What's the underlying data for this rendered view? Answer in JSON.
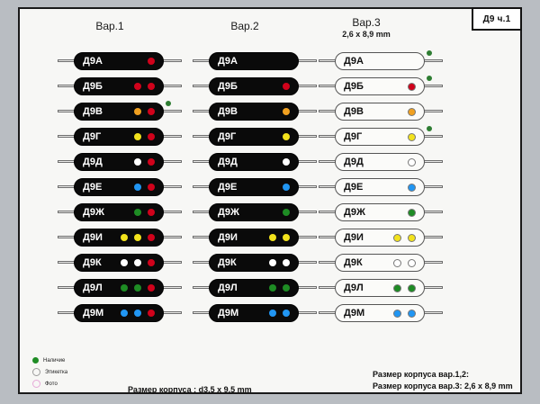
{
  "sheet": {
    "badge_label": "Д9 ч.1"
  },
  "columns": [
    {
      "name": "var1",
      "title": "Вар.1",
      "subtitle": "",
      "style": "dark",
      "rows": [
        {
          "label": "Д9А",
          "dots": [
            "#d0021b"
          ],
          "badge": false
        },
        {
          "label": "Д9Б",
          "dots": [
            "#d0021b",
            "#d0021b"
          ],
          "badge": false
        },
        {
          "label": "Д9В",
          "dots": [
            "#f0a020",
            "#d0021b"
          ],
          "badge": true
        },
        {
          "label": "Д9Г",
          "dots": [
            "#f2e21c",
            "#d0021b"
          ],
          "badge": false
        },
        {
          "label": "Д9Д",
          "dots": [
            "#ffffff",
            "#d0021b"
          ],
          "badge": false
        },
        {
          "label": "Д9Е",
          "dots": [
            "#2196f3",
            "#d0021b"
          ],
          "badge": false
        },
        {
          "label": "Д9Ж",
          "dots": [
            "#1e8c24",
            "#d0021b"
          ],
          "badge": false
        },
        {
          "label": "Д9И",
          "dots": [
            "#f2e21c",
            "#f2e21c",
            "#d0021b"
          ],
          "badge": false
        },
        {
          "label": "Д9К",
          "dots": [
            "#ffffff",
            "#ffffff",
            "#d0021b"
          ],
          "badge": false
        },
        {
          "label": "Д9Л",
          "dots": [
            "#1e8c24",
            "#1e8c24",
            "#d0021b"
          ],
          "badge": false
        },
        {
          "label": "Д9М",
          "dots": [
            "#2196f3",
            "#2196f3",
            "#d0021b"
          ],
          "badge": false
        }
      ]
    },
    {
      "name": "var2",
      "title": "Вар.2",
      "subtitle": "",
      "style": "dark",
      "rows": [
        {
          "label": "Д9А",
          "dots": [],
          "badge": false
        },
        {
          "label": "Д9Б",
          "dots": [
            "#d0021b"
          ],
          "badge": false
        },
        {
          "label": "Д9В",
          "dots": [
            "#f0a020"
          ],
          "badge": false
        },
        {
          "label": "Д9Г",
          "dots": [
            "#f2e21c"
          ],
          "badge": false
        },
        {
          "label": "Д9Д",
          "dots": [
            "#ffffff"
          ],
          "badge": false
        },
        {
          "label": "Д9Е",
          "dots": [
            "#2196f3"
          ],
          "badge": false
        },
        {
          "label": "Д9Ж",
          "dots": [
            "#1e8c24"
          ],
          "badge": false
        },
        {
          "label": "Д9И",
          "dots": [
            "#f2e21c",
            "#f2e21c"
          ],
          "badge": false
        },
        {
          "label": "Д9К",
          "dots": [
            "#ffffff",
            "#ffffff"
          ],
          "badge": false
        },
        {
          "label": "Д9Л",
          "dots": [
            "#1e8c24",
            "#1e8c24"
          ],
          "badge": false
        },
        {
          "label": "Д9М",
          "dots": [
            "#2196f3",
            "#2196f3"
          ],
          "badge": false
        }
      ]
    },
    {
      "name": "var3",
      "title": "Вар.3",
      "subtitle": "2,6 x 8,9 mm",
      "style": "light",
      "rows": [
        {
          "label": "Д9А",
          "dots": [],
          "badge": true
        },
        {
          "label": "Д9Б",
          "dots": [
            "#d0021b"
          ],
          "badge": true
        },
        {
          "label": "Д9В",
          "dots": [
            "#f0a020"
          ],
          "badge": false
        },
        {
          "label": "Д9Г",
          "dots": [
            "#f2e21c"
          ],
          "badge": true
        },
        {
          "label": "Д9Д",
          "dots": [
            "#ffffff"
          ],
          "badge": false
        },
        {
          "label": "Д9Е",
          "dots": [
            "#2196f3"
          ],
          "badge": false
        },
        {
          "label": "Д9Ж",
          "dots": [
            "#1e8c24"
          ],
          "badge": false
        },
        {
          "label": "Д9И",
          "dots": [
            "#f2e21c",
            "#f2e21c"
          ],
          "badge": false
        },
        {
          "label": "Д9К",
          "dots": [
            "#ffffff",
            "#ffffff"
          ],
          "badge": false
        },
        {
          "label": "Д9Л",
          "dots": [
            "#1e8c24",
            "#1e8c24"
          ],
          "badge": false
        },
        {
          "label": "Д9М",
          "dots": [
            "#2196f3",
            "#2196f3"
          ],
          "badge": false
        }
      ]
    }
  ],
  "legend": [
    {
      "label": "Наличие",
      "color": "#1e8c24",
      "ring": false
    },
    {
      "label": "Этикетка",
      "color": "#9a9a9a",
      "ring": true
    },
    {
      "label": "Фото",
      "color": "#e6a8d8",
      "ring": true
    }
  ],
  "footer": {
    "center": "Размер корпуса : d3,5 x 9,5 mm",
    "right_line1": "Размер корпуса вар.1,2:",
    "right_line2": "Размер корпуса вар.3: 2,6 x 8,9 mm"
  }
}
